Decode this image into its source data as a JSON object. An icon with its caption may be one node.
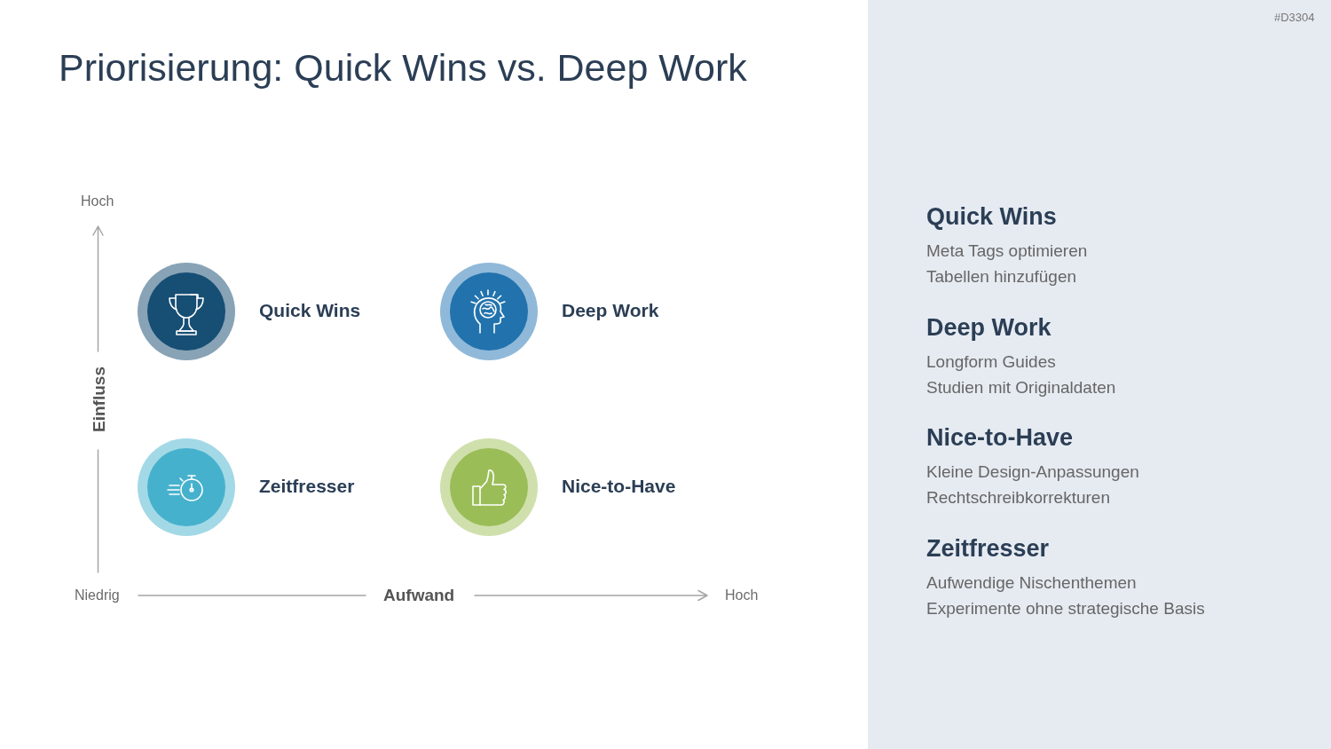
{
  "diagram": {
    "title": "Priorisierung: Quick Wins vs. Deep Work",
    "nodes": [
      {
        "text": [
          "Quick Wins"
        ]
      },
      {
        "text": [
          "Deep Work"
        ]
      },
      {
        "text": [
          "Zeitfresser"
        ]
      },
      {
        "text": [
          "Nice-to-Have"
        ]
      },
      {
        "text": [
          "Quick Wins",
          "Meta Tags optimieren",
          "Tabellen hinzufügen",
          "Deep Work",
          "Longform Guides",
          "Studien mit Originaldaten",
          "Nice-to-Have",
          "Kleine Design-Anpassungen",
          "Rechtschreibkorrekturen",
          "Zeitfresser",
          "Aufwendige Nischenthemen",
          "Experimente ohne strategische Basis"
        ]
      }
    ],
    "labels": [
      "#D3304",
      "Hoch",
      "Einfluss",
      "Niedrig",
      "Aufwand",
      "Hoch"
    ]
  }
}
